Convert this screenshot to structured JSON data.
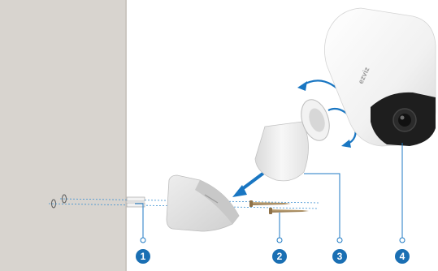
{
  "diagram": {
    "brand_text": "ezviz",
    "colors": {
      "wall": "#d8d4cf",
      "accent": "#1a6fb3",
      "callout_line": "#1f7ac4",
      "arrow": "#1976c2",
      "screw": "#a98d62",
      "camera_body": "#f4f4f4",
      "camera_face": "#1e1e1e"
    },
    "callouts": [
      {
        "number": "1",
        "part": "anchor"
      },
      {
        "number": "2",
        "part": "screws"
      },
      {
        "number": "3",
        "part": "mounting-bracket"
      },
      {
        "number": "4",
        "part": "camera"
      }
    ]
  }
}
